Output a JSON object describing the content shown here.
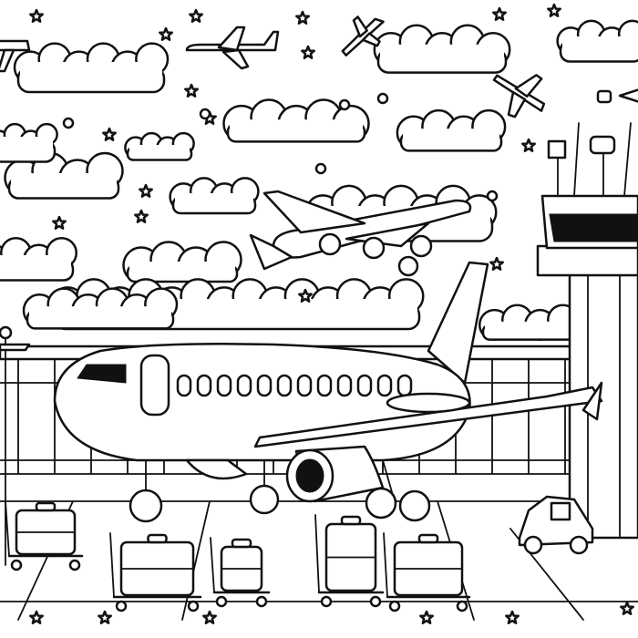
{
  "scene": {
    "kind": "coloring-page",
    "subject": "airport",
    "colors": {
      "line": "#111111",
      "background": "#ffffff"
    },
    "elements": [
      "clouds",
      "stars",
      "small-airplanes",
      "departing-airplane",
      "main-airplane",
      "control-tower",
      "fence",
      "luggage-carts",
      "service-truck"
    ]
  }
}
